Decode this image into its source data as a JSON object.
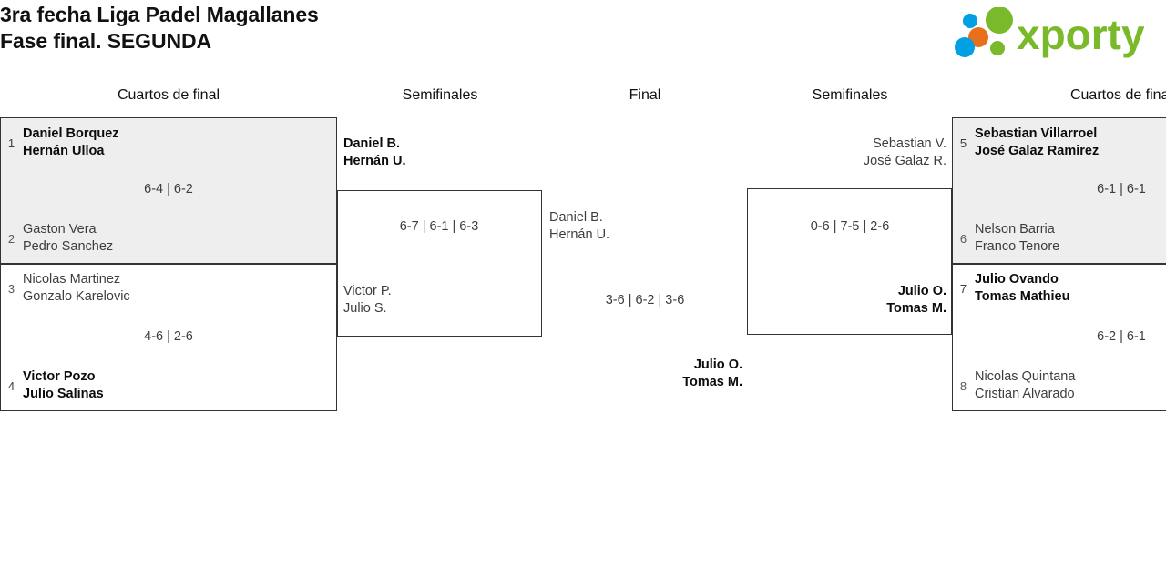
{
  "header": {
    "title": "3ra fecha Liga Padel Magallanes\nFase final. SEGUNDA",
    "logo_text": "xporty",
    "logo_colors": {
      "green": "#7ab929",
      "blue": "#00a0e3",
      "orange": "#e8701a"
    }
  },
  "round_headers": {
    "qf_left": "Cuartos de final",
    "sf_left": "Semifinales",
    "final": "Final",
    "sf_right": "Semifinales",
    "qf_right": "Cuartos de final"
  },
  "bracket": {
    "qf_left": [
      {
        "shaded": true,
        "top": {
          "seed": "1",
          "players": [
            "Daniel Borquez",
            "Hernán Ulloa"
          ],
          "winner": true
        },
        "bottom": {
          "seed": "2",
          "players": [
            "Gaston Vera",
            "Pedro Sanchez"
          ],
          "winner": false
        },
        "score": "6-4 | 6-2"
      },
      {
        "shaded": false,
        "top": {
          "seed": "3",
          "players": [
            "Nicolas Martinez",
            "Gonzalo Karelovic"
          ],
          "winner": false
        },
        "bottom": {
          "seed": "4",
          "players": [
            "Victor Pozo",
            "Julio Salinas"
          ],
          "winner": true
        },
        "score": "4-6 | 2-6"
      }
    ],
    "sf_left": [
      {
        "top": {
          "players": [
            "Daniel B.",
            "Hernán U."
          ],
          "winner": true
        },
        "bottom": {
          "players": [
            "Victor P.",
            "Julio S."
          ],
          "winner": false
        },
        "score": "6-7 | 6-1 | 6-3"
      }
    ],
    "final": {
      "left": {
        "players": [
          "Daniel B.",
          "Hernán U."
        ],
        "winner": false
      },
      "right": {
        "players": [
          "Julio O.",
          "Tomas M."
        ],
        "winner": true
      },
      "score": "3-6 | 6-2 | 3-6"
    },
    "sf_right": [
      {
        "top": {
          "players": [
            "Sebastian V.",
            "José Galaz R."
          ],
          "winner": false
        },
        "bottom": {
          "players": [
            "Julio O.",
            "Tomas M."
          ],
          "winner": true
        },
        "score": "0-6 | 7-5 | 2-6"
      }
    ],
    "qf_right": [
      {
        "shaded": true,
        "top": {
          "seed": "5",
          "players": [
            "Sebastian Villarroel",
            "José Galaz Ramirez"
          ],
          "winner": true
        },
        "bottom": {
          "seed": "6",
          "players": [
            "Nelson Barria",
            "Franco Tenore"
          ],
          "winner": false
        },
        "score": "6-1 | 6-1"
      },
      {
        "shaded": false,
        "top": {
          "seed": "7",
          "players": [
            "Julio Ovando",
            "Tomas Mathieu"
          ],
          "winner": true
        },
        "bottom": {
          "seed": "8",
          "players": [
            "Nicolas Quintana",
            "Cristian Alvarado"
          ],
          "winner": false
        },
        "score": "6-2 | 6-1"
      }
    ]
  }
}
